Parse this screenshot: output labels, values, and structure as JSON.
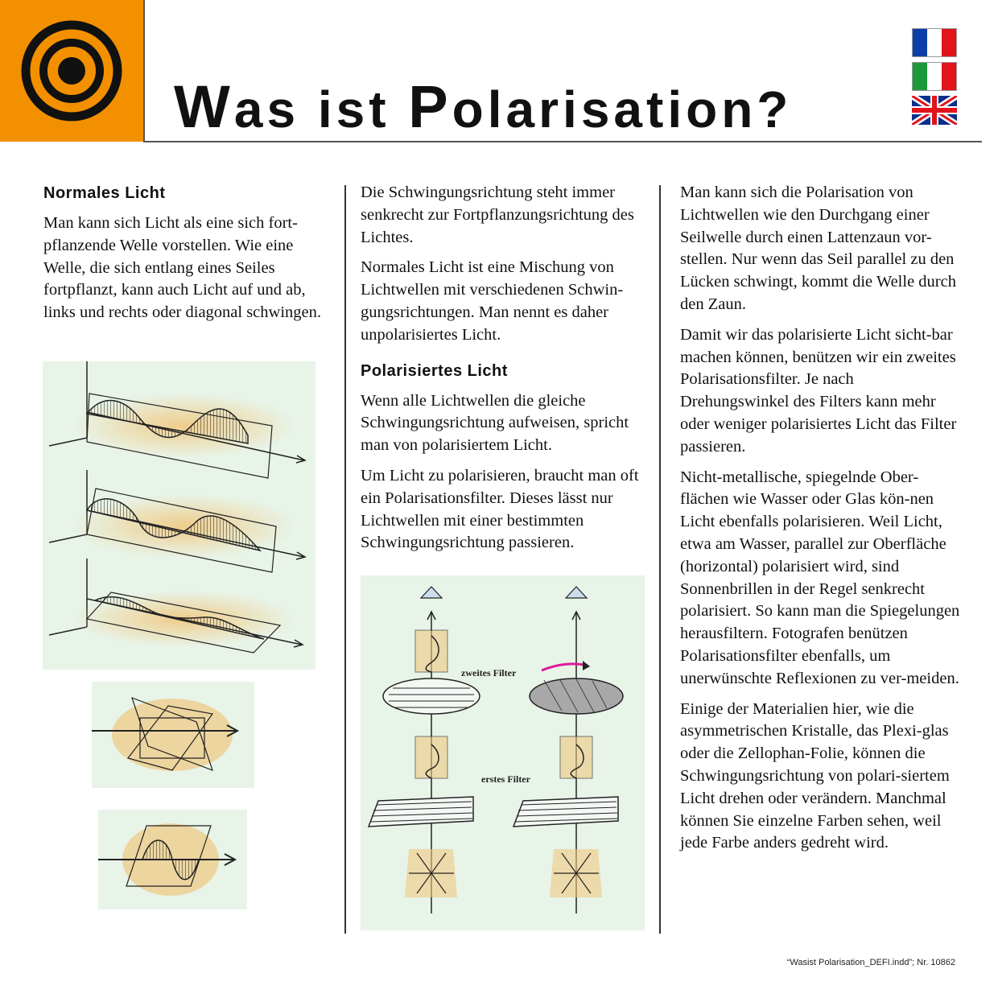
{
  "header": {
    "title_w": "W",
    "title_rest1": "as ist ",
    "title_p": "P",
    "title_rest2": "olarisation?"
  },
  "flags": [
    "French flag",
    "Italian flag",
    "British flag"
  ],
  "columns": {
    "left": {
      "heading": "Normales Licht",
      "paragraph": "Man kann sich Licht als eine sich fort-pflanzende Welle vorstellen. Wie eine Welle, die sich entlang eines Seiles fortpflanzt, kann auch Licht auf und ab, links und rechts oder diagonal schwingen."
    },
    "middle": {
      "paragraph1": "Die Schwingungsrichtung steht immer senkrecht zur Fortpflanzungsrichtung des Lichtes.",
      "paragraph2": "Normales Licht ist eine Mischung von Lichtwellen mit verschiedenen Schwin-gungsrichtungen. Man nennt es daher unpolarisiertes Licht.",
      "heading": "Polarisiertes Licht",
      "paragraph3": "Wenn alle Lichtwellen die gleiche Schwingungsrichtung aufweisen, spricht man von polarisiertem Licht.",
      "paragraph4": "Um Licht zu polarisieren, braucht man oft ein Polarisationsfilter. Dieses lässt nur Lichtwellen mit einer bestimmten Schwingungsrichtung passieren.",
      "label_second_filter": "zweites Filter",
      "label_first_filter": "erstes Filter"
    },
    "right": {
      "paragraph1": "Man kann sich die Polarisation von Lichtwellen wie den Durchgang einer Seilwelle durch einen Lattenzaun vor-stellen. Nur wenn das Seil parallel zu den Lücken schwingt, kommt die Welle durch den Zaun.",
      "paragraph2": "Damit wir das polarisierte Licht sicht-bar machen können, benützen wir ein zweites Polarisationsfilter. Je nach Drehungswinkel des Filters kann mehr oder weniger polarisiertes Licht das Filter passieren.",
      "paragraph3": "Nicht-metallische, spiegelnde Ober-flächen wie Wasser oder Glas kön-nen Licht ebenfalls polarisieren. Weil Licht, etwa am Wasser, parallel zur Oberfläche (horizontal) polarisiert wird, sind Sonnenbrillen in der Regel senkrecht polarisiert. So kann man die Spiegelungen herausfiltern. Fotografen benützen Polarisationsfilter ebenfalls, um unerwünschte Reflexionen zu ver-meiden.",
      "paragraph4": "Einige der Materialien hier, wie die asymmetrischen Kristalle, das Plexi-glas oder die Zellophan-Folie, können die Schwingungsrichtung von polari-siertem Licht drehen oder verändern. Manchmal können Sie einzelne Farben sehen, weil jede Farbe anders gedreht wird."
    }
  },
  "footer": "“Wasist Polarisation_DEFI.indd”; Nr. 10862",
  "colors": {
    "accent": "#f39000",
    "illustration_bg": "#e8f4e8",
    "arrow": "#e0199a"
  }
}
